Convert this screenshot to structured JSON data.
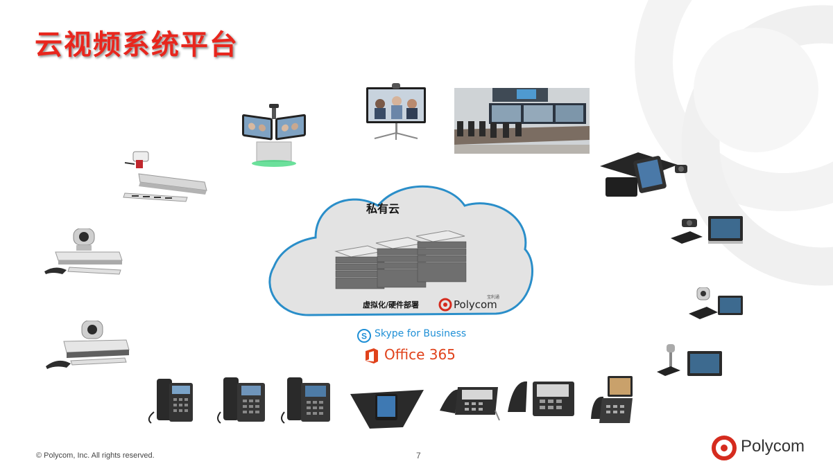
{
  "slide": {
    "title": "云视频系统平台",
    "page_number": "7",
    "copyright": "© Polycom, Inc. All rights reserved."
  },
  "cloud": {
    "title": "私有云",
    "subtitle": "虚拟化/硬件部署",
    "vendor_logo": "Polycom",
    "vendor_logo_cn": "宝利通"
  },
  "integrations": {
    "skype": "Skype for Business",
    "office": "Office 365"
  },
  "brand": {
    "name": "Polycom"
  },
  "colors": {
    "title_red": "#e8261d",
    "cloud_border": "#2a8ec9",
    "cloud_fill": "#e3e3e3",
    "polycom_red": "#d52b1e",
    "skype_blue": "#1e8fd6",
    "office_orange": "#e0421b"
  },
  "icons": [
    "skype-icon",
    "office-icon",
    "polycom-logo-icon",
    "server-rack-icon"
  ]
}
